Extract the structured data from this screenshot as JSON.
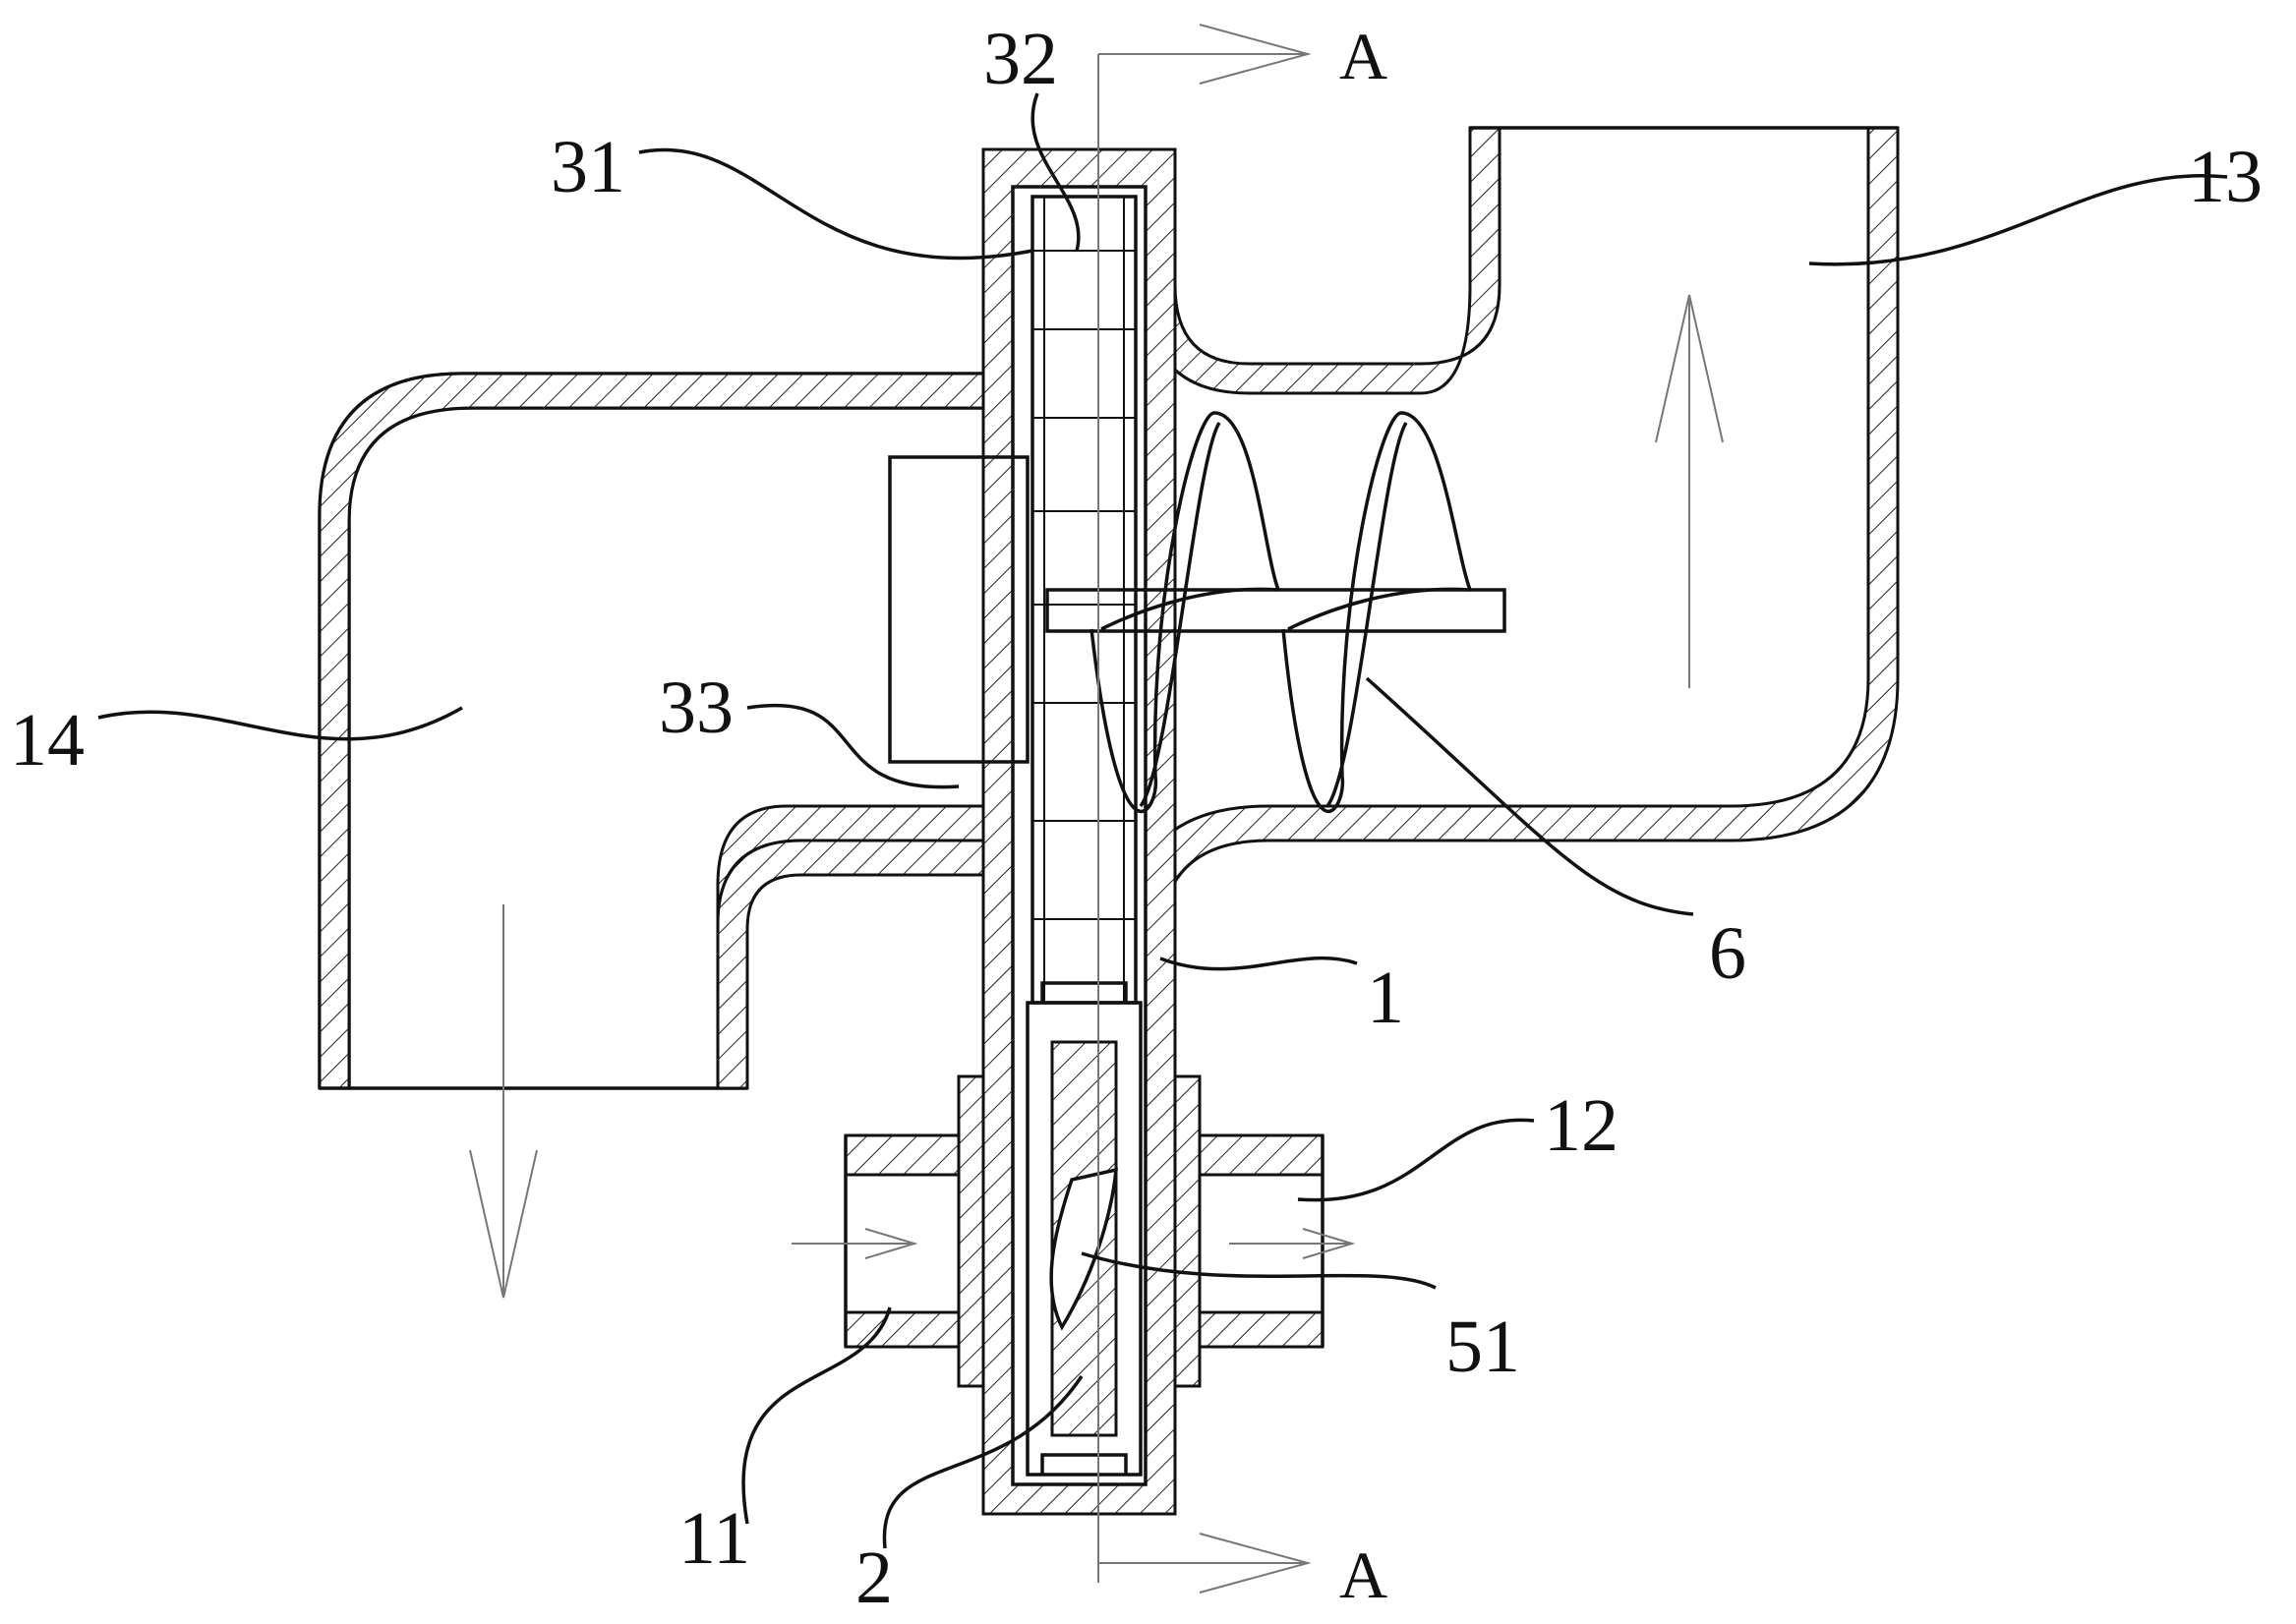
{
  "diagram": {
    "section_labels": [
      "A",
      "A"
    ],
    "part_labels": {
      "l1": "1",
      "l2": "2",
      "l6": "6",
      "l11": "11",
      "l12": "12",
      "l13": "13",
      "l14": "14",
      "l31": "31",
      "l32": "32",
      "l33": "33",
      "l51": "51"
    }
  }
}
